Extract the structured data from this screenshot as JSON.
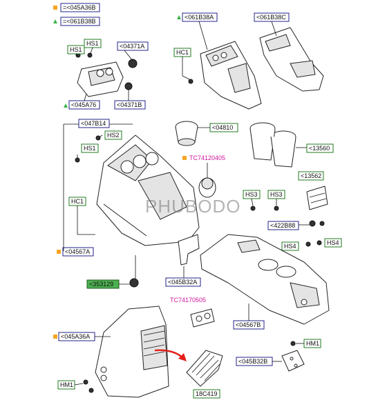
{
  "legend": {
    "orange_code": "=<045A36B",
    "green_code": "=<061B38B",
    "orange_color": "#f5a623",
    "green_color": "#3cb44b"
  },
  "labels": {
    "hs1_a": "HS1",
    "hs1_b": "HS1",
    "p04371a": "<04371A",
    "p045a76": "<045A76",
    "p04371b": "<04371B",
    "p061b38a": "<061B38A",
    "hc1_top": "HC1",
    "p061b38c": "<061B38C",
    "p047b14": "<047B14",
    "hs2": "HS2",
    "hs1_c": "HS1",
    "hc1_mid": "HC1",
    "p04567a": "<04567A",
    "p04810": "<04810",
    "tc74120405": "TC74120405",
    "p13560": "<13560",
    "p13562": "<13562",
    "hs3_a": "HS3",
    "hs3_b": "HS3",
    "p422b88": "<422B88",
    "hs4_a": "HS4",
    "hs4_b": "HS4",
    "p353129": "<353129",
    "p045b32a": "<045B32A",
    "tc74170505": "TC74170505",
    "p04567b": "<04567B",
    "p045a36a": "<045A36A",
    "hm1_right": "HM1",
    "p045b32b": "<045B32B",
    "hm1_left": "HM1",
    "p18c419": "18C419"
  },
  "watermark": "PHUBODO"
}
